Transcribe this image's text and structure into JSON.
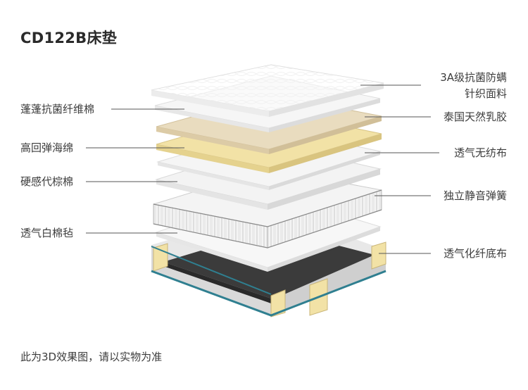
{
  "title": "CD122B床垫",
  "left_labels": [
    "蓬蓬抗菌纤维棉",
    "高回弹海绵",
    "硬感代棕棉",
    "透气白棉毡"
  ],
  "right_labels": [
    "3A级抗菌防螨",
    "针织面料",
    "泰国天然乳胶",
    "透气无纺布",
    "独立静音弹簧",
    "透气化纤底布"
  ],
  "footnote": "此为3D效果图，请以实物为准",
  "colors": {
    "line": "#555555",
    "foam_yellow": "#f2e2a6",
    "latex_beige": "#e9dcbf",
    "base_dark": "#3b3b3b",
    "frame_teal": "#2f7f90"
  }
}
